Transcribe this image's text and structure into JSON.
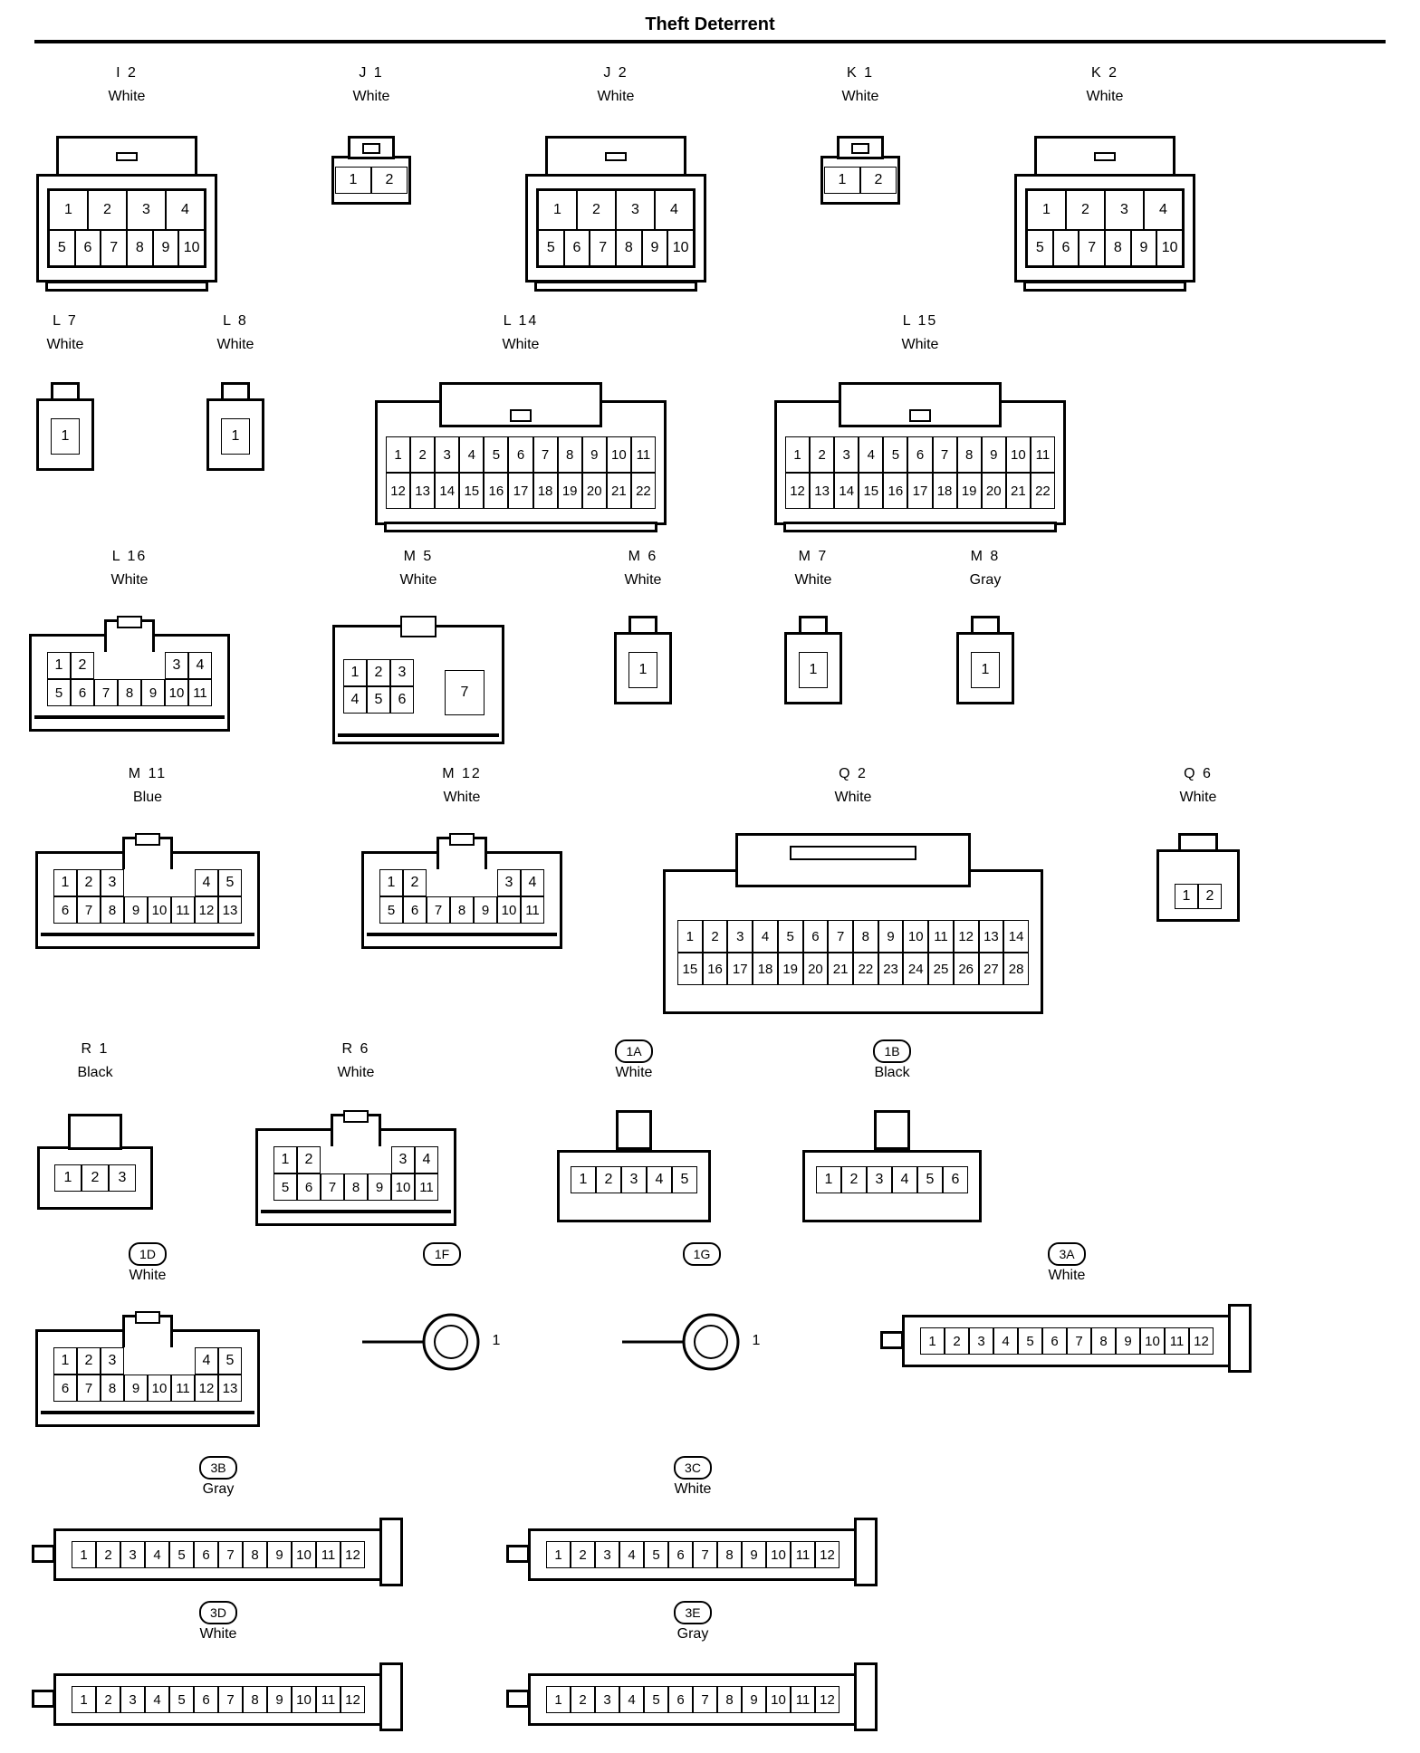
{
  "header": {
    "title": "Theft Deterrent"
  },
  "connectors": [
    {
      "code": "I 2",
      "color": "White",
      "style": "box10",
      "rows": [
        [
          "1",
          "2",
          "3",
          "4"
        ],
        [
          "5",
          "6",
          "7",
          "8",
          "9",
          "10"
        ]
      ]
    },
    {
      "code": "J 1",
      "color": "White",
      "style": "small2",
      "rows": [
        [
          "1",
          "2"
        ]
      ]
    },
    {
      "code": "J 2",
      "color": "White",
      "style": "box10",
      "rows": [
        [
          "1",
          "2",
          "3",
          "4"
        ],
        [
          "5",
          "6",
          "7",
          "8",
          "9",
          "10"
        ]
      ]
    },
    {
      "code": "K 1",
      "color": "White",
      "style": "small2",
      "rows": [
        [
          "1",
          "2"
        ]
      ]
    },
    {
      "code": "K 2",
      "color": "White",
      "style": "box10",
      "rows": [
        [
          "1",
          "2",
          "3",
          "4"
        ],
        [
          "5",
          "6",
          "7",
          "8",
          "9",
          "10"
        ]
      ]
    },
    {
      "code": "L 7",
      "color": "White",
      "style": "single",
      "rows": [
        [
          "1"
        ]
      ]
    },
    {
      "code": "L 8",
      "color": "White",
      "style": "single",
      "rows": [
        [
          "1"
        ]
      ]
    },
    {
      "code": "L 14",
      "color": "White",
      "style": "wide22",
      "rows": [
        [
          "1",
          "2",
          "3",
          "4",
          "5",
          "6",
          "7",
          "8",
          "9",
          "10",
          "11"
        ],
        [
          "12",
          "13",
          "14",
          "15",
          "16",
          "17",
          "18",
          "19",
          "20",
          "21",
          "22"
        ]
      ]
    },
    {
      "code": "L 15",
      "color": "White",
      "style": "wide22",
      "rows": [
        [
          "1",
          "2",
          "3",
          "4",
          "5",
          "6",
          "7",
          "8",
          "9",
          "10",
          "11"
        ],
        [
          "12",
          "13",
          "14",
          "15",
          "16",
          "17",
          "18",
          "19",
          "20",
          "21",
          "22"
        ]
      ]
    },
    {
      "code": "L 16",
      "color": "White",
      "style": "split",
      "rows": [
        [
          "1",
          "2",
          "",
          "",
          "",
          "3",
          "4"
        ],
        [
          "5",
          "6",
          "7",
          "8",
          "9",
          "10",
          "11"
        ]
      ]
    },
    {
      "code": "M 5",
      "color": "White",
      "style": "m5",
      "rows": [
        [
          "1",
          "2",
          "3"
        ],
        [
          "4",
          "5",
          "6"
        ]
      ],
      "extra": "7"
    },
    {
      "code": "M 6",
      "color": "White",
      "style": "single",
      "rows": [
        [
          "1"
        ]
      ]
    },
    {
      "code": "M 7",
      "color": "White",
      "style": "single",
      "rows": [
        [
          "1"
        ]
      ]
    },
    {
      "code": "M 8",
      "color": "Gray",
      "style": "single-sq",
      "rows": [
        [
          "1"
        ]
      ]
    },
    {
      "code": "M 11",
      "color": "Blue",
      "style": "split",
      "rows": [
        [
          "1",
          "2",
          "3",
          "",
          "",
          "",
          "4",
          "5"
        ],
        [
          "6",
          "7",
          "8",
          "9",
          "10",
          "11",
          "12",
          "13"
        ]
      ]
    },
    {
      "code": "M 12",
      "color": "White",
      "style": "split",
      "rows": [
        [
          "1",
          "2",
          "",
          "",
          "",
          "3",
          "4"
        ],
        [
          "5",
          "6",
          "7",
          "8",
          "9",
          "10",
          "11"
        ]
      ]
    },
    {
      "code": "Q 2",
      "color": "White",
      "style": "big28",
      "rows": [
        [
          "1",
          "2",
          "3",
          "4",
          "5",
          "6",
          "7",
          "8",
          "9",
          "10",
          "11",
          "12",
          "13",
          "14"
        ],
        [
          "15",
          "16",
          "17",
          "18",
          "19",
          "20",
          "21",
          "22",
          "23",
          "24",
          "25",
          "26",
          "27",
          "28"
        ]
      ]
    },
    {
      "code": "Q 6",
      "color": "White",
      "style": "q6",
      "rows": [
        [
          "1",
          "2"
        ]
      ]
    },
    {
      "code": "R 1",
      "color": "Black",
      "style": "r1",
      "rows": [
        [
          "1",
          "2",
          "3"
        ]
      ]
    },
    {
      "code": "R 6",
      "color": "White",
      "style": "split",
      "rows": [
        [
          "1",
          "2",
          "",
          "",
          "",
          "3",
          "4"
        ],
        [
          "5",
          "6",
          "7",
          "8",
          "9",
          "10",
          "11"
        ]
      ]
    },
    {
      "code": "1A",
      "color": "White",
      "style": "row",
      "oval": true,
      "rows": [
        [
          "1",
          "2",
          "3",
          "4",
          "5"
        ]
      ]
    },
    {
      "code": "1B",
      "color": "Black",
      "style": "row",
      "oval": true,
      "rows": [
        [
          "1",
          "2",
          "3",
          "4",
          "5",
          "6"
        ]
      ]
    },
    {
      "code": "1D",
      "color": "White",
      "style": "split",
      "oval": true,
      "rows": [
        [
          "1",
          "2",
          "3",
          "",
          "",
          "",
          "4",
          "5"
        ],
        [
          "6",
          "7",
          "8",
          "9",
          "10",
          "11",
          "12",
          "13"
        ]
      ]
    },
    {
      "code": "1F",
      "color": "",
      "style": "ring",
      "oval": true,
      "rows": [
        [
          "1"
        ]
      ]
    },
    {
      "code": "1G",
      "color": "",
      "style": "ring",
      "oval": true,
      "rows": [
        [
          "1"
        ]
      ]
    },
    {
      "code": "3A",
      "color": "White",
      "style": "strip12",
      "oval": true,
      "rows": [
        [
          "1",
          "2",
          "3",
          "4",
          "5",
          "6",
          "7",
          "8",
          "9",
          "10",
          "11",
          "12"
        ]
      ]
    },
    {
      "code": "3B",
      "color": "Gray",
      "style": "strip12",
      "oval": true,
      "rows": [
        [
          "1",
          "2",
          "3",
          "4",
          "5",
          "6",
          "7",
          "8",
          "9",
          "10",
          "11",
          "12"
        ]
      ]
    },
    {
      "code": "3C",
      "color": "White",
      "style": "strip12",
      "oval": true,
      "rows": [
        [
          "1",
          "2",
          "3",
          "4",
          "5",
          "6",
          "7",
          "8",
          "9",
          "10",
          "11",
          "12"
        ]
      ]
    },
    {
      "code": "3D",
      "color": "White",
      "style": "strip12",
      "oval": true,
      "rows": [
        [
          "1",
          "2",
          "3",
          "4",
          "5",
          "6",
          "7",
          "8",
          "9",
          "10",
          "11",
          "12"
        ]
      ]
    },
    {
      "code": "3E",
      "color": "Gray",
      "style": "strip12",
      "oval": true,
      "rows": [
        [
          "1",
          "2",
          "3",
          "4",
          "5",
          "6",
          "7",
          "8",
          "9",
          "10",
          "11",
          "12"
        ]
      ]
    }
  ]
}
